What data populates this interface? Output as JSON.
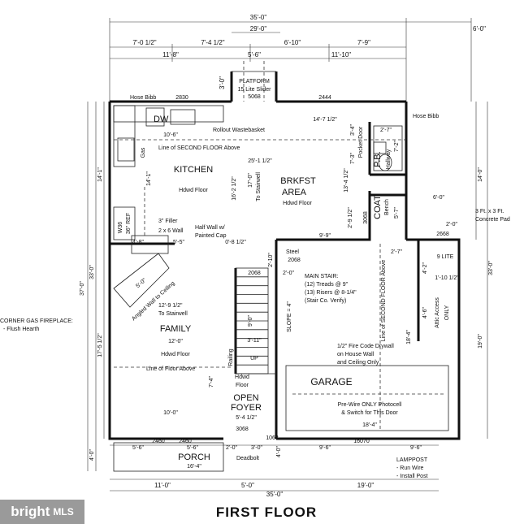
{
  "title": "FIRST FLOOR",
  "brand": {
    "name": "bright",
    "suffix": "MLS"
  },
  "rooms": {
    "kitchen": "KITCHEN",
    "kitchen_floor": "Hdwd Floor",
    "brkfst_1": "BRKFST",
    "brkfst_2": "AREA",
    "brkfst_floor": "Hdwd Floor",
    "family": "FAMILY",
    "family_dim": "12'-0\"",
    "family_floor": "Hdwd Floor",
    "garage": "GARAGE",
    "open_1": "OPEN",
    "open_2": "FOYER",
    "porch": "PORCH",
    "porch_dim": "16'-4\"",
    "platform_1": "PLATFORM",
    "platform_2": "15 Lite Slider",
    "platform_code": "5068",
    "coat": "COAT",
    "coat_sub": "Bench",
    "pb": "P.B.",
    "pb_sub": "Hallway",
    "lite9": "9 LITE",
    "attic_1": "Attic Access",
    "attic_2": "ONLY",
    "dw": "DW",
    "gas": "Gas"
  },
  "notes": {
    "rollout": "Rollout Wastebasket",
    "line_second": "Line of SECOND FLOOR Above",
    "filler1": "3\" Filler",
    "filler2": "2 x 6 Wall",
    "halfwall1": "Half Wall w/",
    "halfwall2": "Painted Cap",
    "angled": "Angled Wall to Ceiling",
    "to_stairwell_1": "To Stairwell",
    "to_stairwell_2": "To Stairwell",
    "main_stair": "MAIN STAIR:",
    "treads": "(12) Treads @ 9\"",
    "risers": "(13) Risers @ 8-1/4\"",
    "stair_verify": "(Stair Co. Verify)",
    "firecode1": "1/2\" Fire Code Drywall",
    "firecode2": "on House Wall",
    "firecode3": "and Ceiling Only",
    "line_second_v": "Line of SECOND FLOOR Above",
    "slope": "SLOPE = 4\"",
    "prewire1": "Pre-Wire ONLY Photocell",
    "prewire2": "& Switch for This Door",
    "lamppost1": "LAMPPOST",
    "lamppost2": "- Run Wire",
    "lamppost3": "- Install Post",
    "fireplace1": "CORNER GAS FIREPLACE:",
    "fireplace2": "- Flush Hearth",
    "line_floor_above": "Line of Floor Above",
    "hose_left": "Hose Bibb",
    "hose_right": "Hose Bibb",
    "pad1": "3 Ft. x 3 Ft.",
    "pad2": "Concrete Pad",
    "pocket": "Pocket Door",
    "railing": "Railing",
    "up": "UP",
    "hdwd1": "Hdwd",
    "hdwd2": "Floor",
    "deadbolt": "Deadbolt",
    "steel": "Steel",
    "ref": "36\" REF",
    "w36": "W36",
    "fireplace_dim": "5'-0\""
  },
  "dims": {
    "top_total": "35'-0\"",
    "top_right": "6'-0\"",
    "top_29": "29'-0\"",
    "r1_a": "7'-0 1/2\"",
    "r1_b": "7'-4 1/2\"",
    "r1_c": "6'-10\"",
    "r1_d": "7'-9\"",
    "r2_a": "11'-8\"",
    "r2_b": "5'-6\"",
    "r2_c": "11'-10\"",
    "plat_v": "3'-0\"",
    "win_2830": "2830",
    "win_2444": "2444",
    "k_10_6": "10'-6\"",
    "k_14_7": "14'-7 1/2\"",
    "k_25_1": "25'-1 1/2\"",
    "k_14_1_in": "14'-1\"",
    "k_16_2": "16'-2 1/2\"",
    "k_17_0": "17'-0\"",
    "k_13_4": "13'-4 1/2\"",
    "k_7_2": "7'-2\"",
    "pb_2_7": "2'-7\"",
    "pb_3_4": "3'-4\"",
    "pb_7_3": "7'-3\"",
    "coat_3068": "3068",
    "coat_5_7": "5'-7\"",
    "coat_2_9": "2'-9 1/2\"",
    "d_9_9": "9'-9\"",
    "d_0_8": "0'-8 1/2\"",
    "d_5_5": "5'-5\"",
    "d_4_8": "4'-8\"",
    "d_2_0": "2'-0\"",
    "d_2068a": "2068",
    "d_2068b": "2068",
    "d_2_10": "2'-10\"",
    "d_2_7g": "2'-7\"",
    "d_2668": "2668",
    "d_2_0p": "2'-0\"",
    "d_6_0p": "6'-0\"",
    "d_4_2": "4'-2\"",
    "d_1_10": "1'-10 1/2\"",
    "d_4_6": "4'-6\"",
    "d_18_4v": "18'-4\"",
    "d_9_0": "9'-0\"",
    "d_3_11": "3'-11\"",
    "d_12_9": "12'-9 1/2\"",
    "d_7_4": "7'-4\"",
    "d_10_0": "10'-0\"",
    "d_5_4": "5'-4 1/2\"",
    "d_3068": "3068",
    "d_1068": "1068",
    "d_2460a": "2460",
    "d_2460b": "2460",
    "d_16070": "16070",
    "d_18_4": "18'-4\"",
    "b1_a": "5'-6\"",
    "b1_b": "5'-6\"",
    "b1_c": "2'-0\"",
    "b1_d": "3'-0\"",
    "b1_e": "9'-6\"",
    "b1_f": "9'-6\"",
    "b2_a": "11'-0\"",
    "b2_b": "5'-0\"",
    "b2_c": "19'-0\"",
    "b3": "35'-0\"",
    "left_37": "37'-0\"",
    "left_33": "33'-0\"",
    "left_14_1": "14'-1\"",
    "left_17_5": "17'-5 1/2\"",
    "left_4_0": "4'-0\"",
    "right_14_0": "14'-0\"",
    "right_33": "33'-0\"",
    "right_19": "19'-0\"",
    "porch_4_0": "4'-0\""
  }
}
